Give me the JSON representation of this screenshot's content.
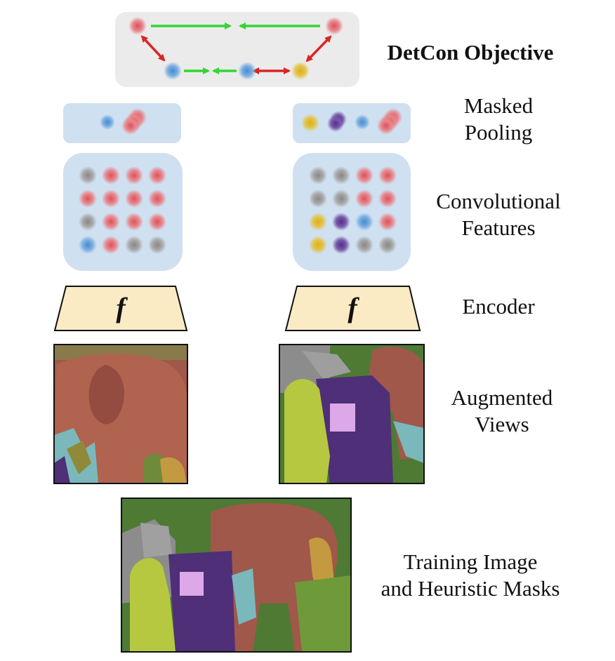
{
  "labels": {
    "objective": "DetCon Objective",
    "masked_pooling": [
      "Masked",
      "Pooling"
    ],
    "conv_features": [
      "Convolutional",
      "Features"
    ],
    "encoder": "Encoder",
    "augmented_views": [
      "Augmented",
      "Views"
    ],
    "training_image": [
      "Training Image",
      "and Heuristic Masks"
    ]
  },
  "encoder_symbol": "f",
  "feature_grids": {
    "left": [
      [
        "gray",
        "red",
        "red",
        "red"
      ],
      [
        "red",
        "red",
        "red",
        "red"
      ],
      [
        "gray",
        "red",
        "red",
        "red"
      ],
      [
        "blue",
        "red",
        "gray",
        "gray"
      ]
    ],
    "right": [
      [
        "gray",
        "gray",
        "red",
        "red"
      ],
      [
        "gray",
        "gray",
        "red",
        "red"
      ],
      [
        "yellow",
        "purple",
        "blue",
        "red"
      ],
      [
        "yellow",
        "purple",
        "gray",
        "gray"
      ]
    ]
  },
  "colors": {
    "red": "#e8868c",
    "blue": "#7aaee0",
    "gray": "#a8a8a8",
    "yellow": "#e4c44a",
    "purple": "#7a5aa8",
    "panel_blue": "#cfe0f1",
    "panel_gray": "#ebebeb",
    "encoder_fill": "#fbebc4",
    "arrow_green": "#33d633",
    "arrow_red": "#d92626",
    "mask_brown": "#a0584a",
    "mask_purple": "#4e2f78",
    "mask_yellow": "#b6c840",
    "mask_teal": "#7ab8bc",
    "mask_pink": "#dca8e8",
    "foliage": "#4e7a34"
  }
}
